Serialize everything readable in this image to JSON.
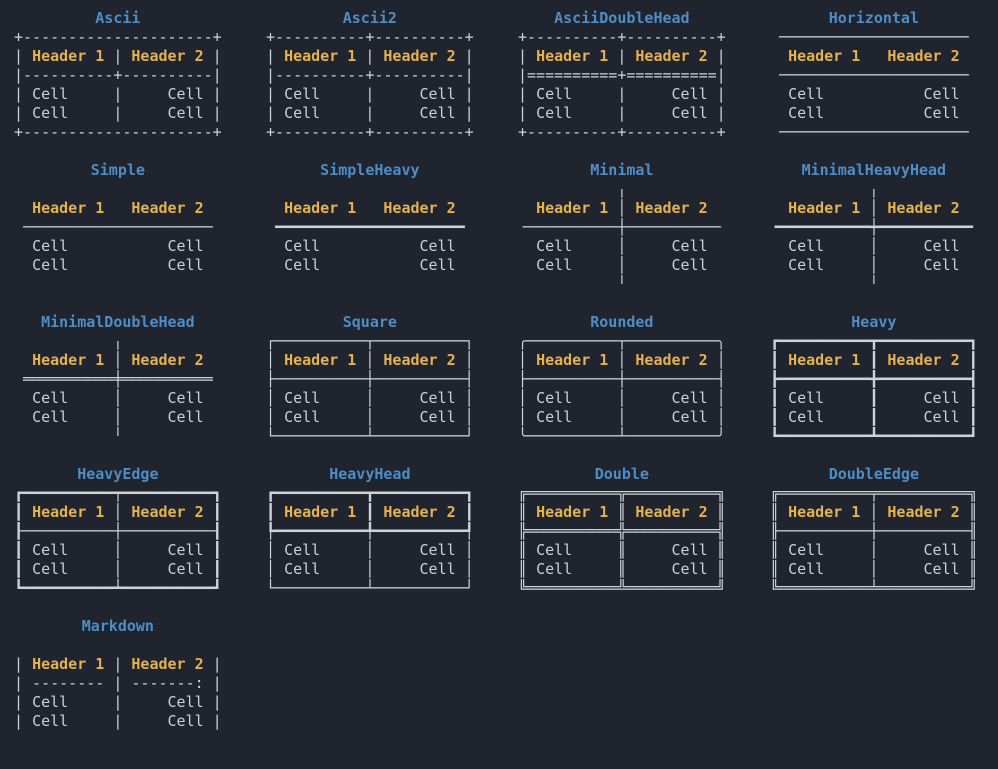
{
  "theme": {
    "background": "#1f242e",
    "border_color": "#d0d3d6",
    "cell_color": "#cdd0d3",
    "title_color": "#4e8dc6",
    "header_color": "#e5b24e"
  },
  "tokens": {
    "headers": [
      "Header 1",
      "Header 2"
    ],
    "cell": "Cell"
  },
  "tables": [
    {
      "title": "Ascii",
      "lines": [
        "+---------------------+",
        "| Header 1 | Header 2 |",
        "|----------+----------|",
        "| Cell     |     Cell |",
        "| Cell     |     Cell |",
        "+---------------------+"
      ]
    },
    {
      "title": "Ascii2",
      "lines": [
        "+----------+----------+",
        "| Header 1 | Header 2 |",
        "|----------+----------|",
        "| Cell     |     Cell |",
        "| Cell     |     Cell |",
        "+----------+----------+"
      ]
    },
    {
      "title": "AsciiDoubleHead",
      "lines": [
        "+----------+----------+",
        "| Header 1 | Header 2 |",
        "|==========+==========|",
        "| Cell     |     Cell |",
        "| Cell     |     Cell |",
        "+----------+----------+"
      ]
    },
    {
      "title": "Horizontal",
      "lines": [
        " ───────────────────── ",
        "  Header 1   Header 2  ",
        " ───────────────────── ",
        "  Cell           Cell  ",
        "  Cell           Cell  ",
        " ───────────────────── "
      ]
    },
    {
      "title": "Simple",
      "lines": [
        "",
        "  Header 1   Header 2  ",
        " ───────────────────── ",
        "  Cell           Cell  ",
        "  Cell           Cell  ",
        ""
      ]
    },
    {
      "title": "SimpleHeavy",
      "lines": [
        "",
        "  Header 1   Header 2  ",
        " ━━━━━━━━━━━━━━━━━━━━━ ",
        "  Cell           Cell  ",
        "  Cell           Cell  ",
        ""
      ]
    },
    {
      "title": "Minimal",
      "lines": [
        "           ╷           ",
        "  Header 1 │ Header 2  ",
        "╶──────────┼──────────╴",
        "  Cell     │     Cell  ",
        "  Cell     │     Cell  ",
        "           ╵           "
      ]
    },
    {
      "title": "MinimalHeavyHead",
      "lines": [
        "           ╷           ",
        "  Header 1 │ Header 2  ",
        "╺━━━━━━━━━━┿━━━━━━━━━━╸",
        "  Cell     │     Cell  ",
        "  Cell     │     Cell  ",
        "           ╵           "
      ]
    },
    {
      "title": "MinimalDoubleHead",
      "lines": [
        "           ╷           ",
        "  Header 1 │ Header 2  ",
        " ══════════╪══════════ ",
        "  Cell     │     Cell  ",
        "  Cell     │     Cell  ",
        "           ╵           "
      ]
    },
    {
      "title": "Square",
      "lines": [
        "┌──────────┬──────────┐",
        "│ Header 1 │ Header 2 │",
        "├──────────┼──────────┤",
        "│ Cell     │     Cell │",
        "│ Cell     │     Cell │",
        "└──────────┴──────────┘"
      ]
    },
    {
      "title": "Rounded",
      "lines": [
        "╭──────────┬──────────╮",
        "│ Header 1 │ Header 2 │",
        "├──────────┼──────────┤",
        "│ Cell     │     Cell │",
        "│ Cell     │     Cell │",
        "╰──────────┴──────────╯"
      ]
    },
    {
      "title": "Heavy",
      "lines": [
        "┏━━━━━━━━━━┳━━━━━━━━━━┓",
        "┃ Header 1 ┃ Header 2 ┃",
        "┣━━━━━━━━━━╋━━━━━━━━━━┫",
        "┃ Cell     ┃     Cell ┃",
        "┃ Cell     ┃     Cell ┃",
        "┗━━━━━━━━━━┻━━━━━━━━━━┛"
      ]
    },
    {
      "title": "HeavyEdge",
      "lines": [
        "┏━━━━━━━━━━┯━━━━━━━━━━┓",
        "┃ Header 1 │ Header 2 ┃",
        "┠──────────┼──────────┨",
        "┃ Cell     │     Cell ┃",
        "┃ Cell     │     Cell ┃",
        "┗━━━━━━━━━━┷━━━━━━━━━━┛"
      ]
    },
    {
      "title": "HeavyHead",
      "lines": [
        "┏━━━━━━━━━━┳━━━━━━━━━━┓",
        "┃ Header 1 ┃ Header 2 ┃",
        "┡━━━━━━━━━━╇━━━━━━━━━━┩",
        "│ Cell     │     Cell │",
        "│ Cell     │     Cell │",
        "└──────────┴──────────┘"
      ]
    },
    {
      "title": "Double",
      "lines": [
        "╔══════════╦══════════╗",
        "║ Header 1 ║ Header 2 ║",
        "╠══════════╬══════════╣",
        "║ Cell     ║     Cell ║",
        "║ Cell     ║     Cell ║",
        "╚══════════╩══════════╝"
      ]
    },
    {
      "title": "DoubleEdge",
      "lines": [
        "╔══════════╤══════════╗",
        "║ Header 1 │ Header 2 ║",
        "╟──────────┼──────────╢",
        "║ Cell     │     Cell ║",
        "║ Cell     │     Cell ║",
        "╚══════════╧══════════╝"
      ]
    },
    {
      "title": "Markdown",
      "lines": [
        "",
        "| Header 1 | Header 2 |",
        "| -------- | -------: |",
        "| Cell     |     Cell |",
        "| Cell     |     Cell |",
        ""
      ]
    }
  ]
}
